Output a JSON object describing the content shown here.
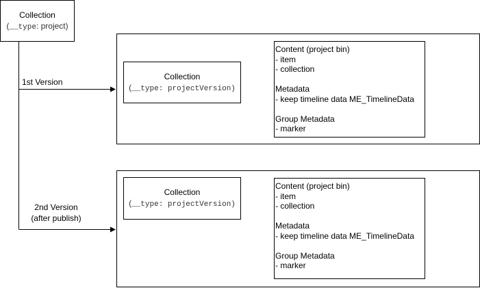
{
  "root": {
    "title": "Collection",
    "type_prefix": "(",
    "type_key": "__type",
    "type_value": ": project)"
  },
  "versions": [
    {
      "label_lines": [
        "1st Version"
      ],
      "collection": {
        "title": "Collection",
        "type_prefix": "(",
        "type_key": "__type",
        "type_value": ": projectVersion)"
      },
      "content": {
        "heading": "Content (project bin)",
        "items": [
          "- item",
          "- collection"
        ],
        "metadata_heading": "Metadata",
        "metadata_items": [
          "- keep timeline data ME_TimelineData"
        ],
        "group_heading": "Group Metadata",
        "group_items": [
          "- marker"
        ]
      }
    },
    {
      "label_lines": [
        "2nd Version",
        "(after publish)"
      ],
      "collection": {
        "title": "Collection",
        "type_prefix": "(",
        "type_key": "__type",
        "type_value": ": projectVersion)"
      },
      "content": {
        "heading": "Content (project bin)",
        "items": [
          "- item",
          "- collection"
        ],
        "metadata_heading": "Metadata",
        "metadata_items": [
          "- keep timeline data ME_TimelineData"
        ],
        "group_heading": "Group Metadata",
        "group_items": [
          "- marker"
        ]
      }
    }
  ]
}
